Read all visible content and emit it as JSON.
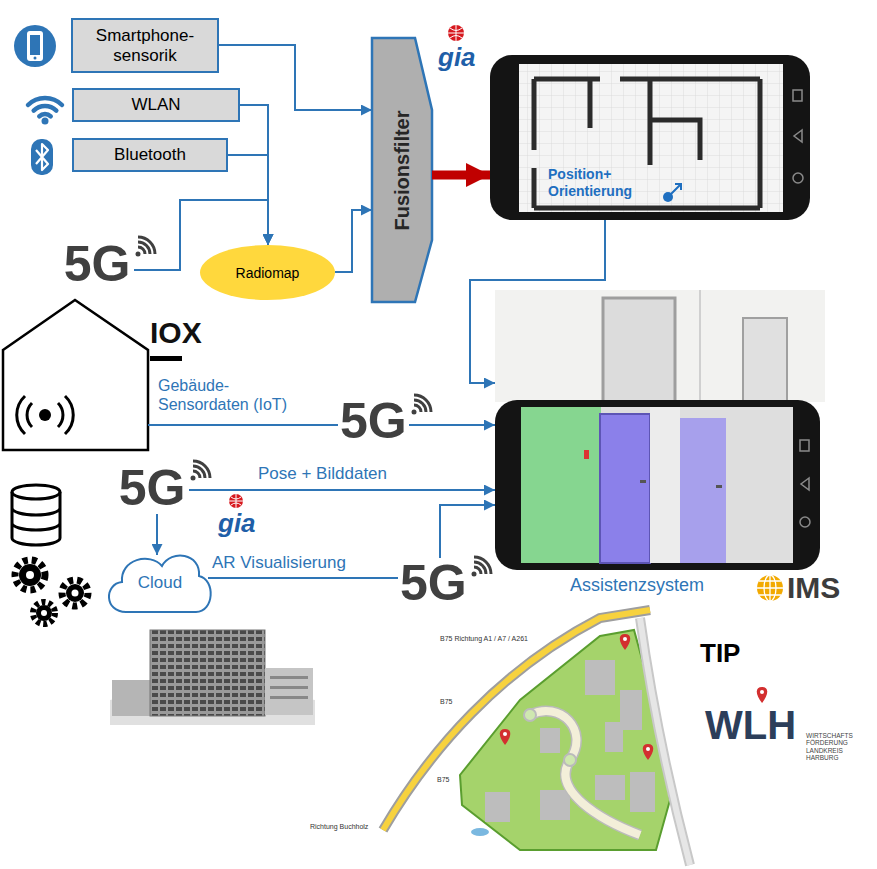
{
  "diagram": {
    "nodes": [
      {
        "text": [
          "Smartphone- sensorik"
        ]
      },
      {
        "text": [
          "WLAN"
        ]
      },
      {
        "text": [
          "Bluetooth"
        ]
      },
      {
        "text": [
          "Fusionsfilter"
        ]
      },
      {
        "text": [
          "Position+ Orientierung"
        ]
      },
      {
        "text": [
          "5G"
        ]
      },
      {
        "text": [
          "Radiomap"
        ]
      },
      {
        "text": [
          "IOX"
        ]
      },
      {
        "text": [
          "Assistenzsystem"
        ]
      },
      {
        "text": [
          "5G"
        ]
      },
      {
        "text": [
          "Cloud"
        ]
      }
    ],
    "edges": [
      {
        "from": 0,
        "to": 3,
        "arrow": "to"
      },
      {
        "from": 1,
        "to": 6,
        "arrow": "to"
      },
      {
        "from": 2,
        "to": 6,
        "arrow": "to"
      },
      {
        "from": 5,
        "to": 6,
        "arrow": "to"
      },
      {
        "from": 6,
        "to": 3,
        "arrow": "to"
      },
      {
        "from": 3,
        "to": 4,
        "arrow": "to"
      },
      {
        "from": 4,
        "to": 8,
        "arrow": "to"
      },
      {
        "from": 7,
        "to": 8,
        "label": "Gebäude- Sensordaten (IoT)",
        "arrow": "to"
      },
      {
        "from": 9,
        "to": 8,
        "label": "Pose + Bilddaten",
        "arrow": "to"
      },
      {
        "from": 9,
        "to": 10,
        "arrow": "to"
      },
      {
        "from": 10,
        "to": 8,
        "label": "AR Visualisierung",
        "arrow": "to"
      }
    ],
    "labels": [
      "gia",
      "5G",
      "gia",
      "5G",
      "IMS",
      "B75 Richtung A1 / A7 / A261",
      "B75",
      "TIP",
      "WLH",
      "WIRTSCHAFTS FÖRDERUNG LANDKREIS HARBURG",
      "B75",
      "Richtung Buchholz"
    ]
  }
}
